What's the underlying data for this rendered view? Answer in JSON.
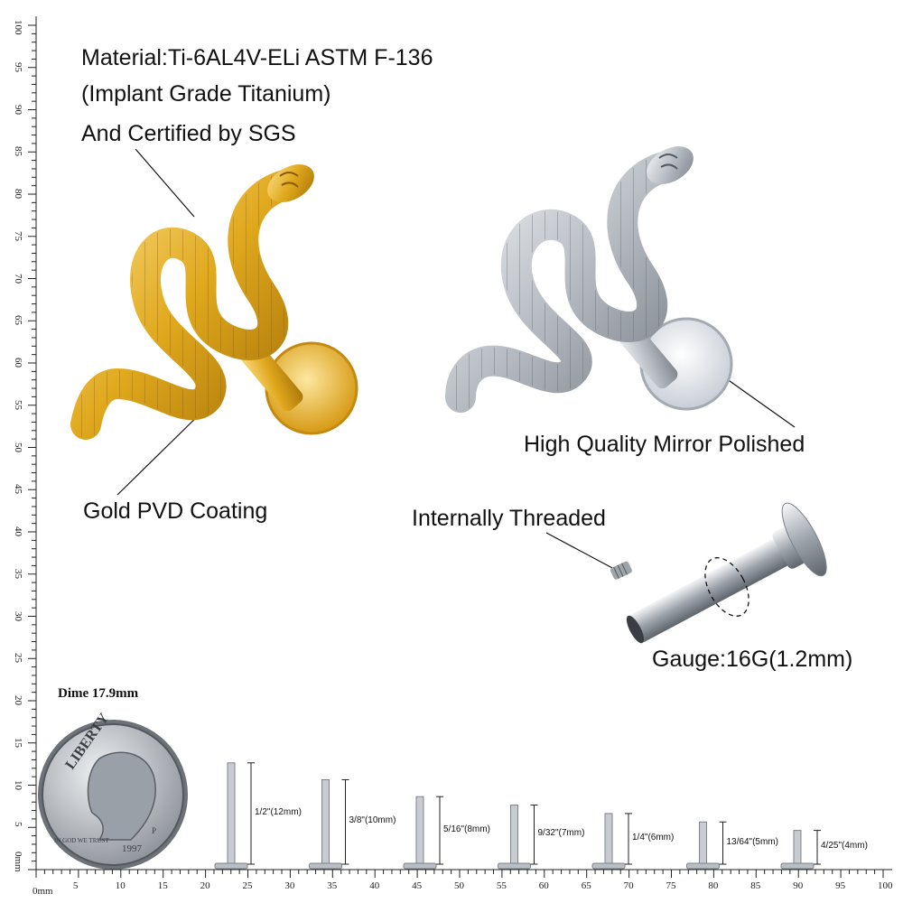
{
  "labels": {
    "material_line1": "Material:Ti-6AL4V-ELi ASTM F-136",
    "material_line2": "(Implant Grade Titanium)",
    "material_line3": "And Certified by SGS",
    "gold_coating": "Gold PVD Coating",
    "mirror_polished": "High Quality Mirror Polished",
    "internally_threaded": "Internally Threaded",
    "gauge": "Gauge:16G(1.2mm)"
  },
  "dime": {
    "caption": "Dime 17.9mm",
    "word": "LIBERTY",
    "year": "1997",
    "motto": "IN GOD WE TRUST",
    "mint": "P"
  },
  "ruler": {
    "x_zero_label": "0mm",
    "y_zero_label": "0mm",
    "x_ticks": [
      "5",
      "10",
      "15",
      "20",
      "25",
      "30",
      "35",
      "40",
      "45",
      "50",
      "55",
      "60",
      "65",
      "70",
      "75",
      "80",
      "85",
      "90",
      "95",
      "100"
    ],
    "y_ticks": [
      "5",
      "10",
      "15",
      "20",
      "25",
      "30",
      "35",
      "40",
      "45",
      "50",
      "55",
      "60",
      "65",
      "70",
      "75",
      "80",
      "85",
      "90",
      "95",
      "100"
    ]
  },
  "post_lengths": [
    {
      "label": "1/2\"(12mm)",
      "mm": 12
    },
    {
      "label": "3/8\"(10mm)",
      "mm": 10
    },
    {
      "label": "5/16\"(8mm)",
      "mm": 8
    },
    {
      "label": "9/32\"(7mm)",
      "mm": 7
    },
    {
      "label": "1/4\"(6mm)",
      "mm": 6
    },
    {
      "label": "13/64\"(5mm)",
      "mm": 5
    },
    {
      "label": "4/25\"(4mm)",
      "mm": 4
    }
  ],
  "colors": {
    "gold": "#e0a81c",
    "silver": "#c8ccd2",
    "ruler": "#222222"
  }
}
